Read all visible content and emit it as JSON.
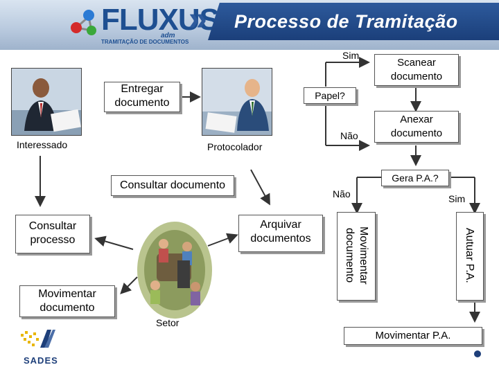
{
  "header": {
    "title": "Processo de Tramitação",
    "logo_name": "FLUXUS",
    "logo_suffix": "adm",
    "logo_sub": "TRAMITAÇÃO DE DOCUMENTOS"
  },
  "actors": {
    "interessado": "Interessado",
    "protocolador": "Protocolador",
    "setor": "Setor"
  },
  "boxes": {
    "entregar": "Entregar documento",
    "papel": "Papel?",
    "scanear": "Scanear documento",
    "anexar": "Anexar documento",
    "gera_pa": "Gera P.A.?",
    "consultar_documento": "Consultar documento",
    "consultar_processo": "Consultar processo",
    "arquivar": "Arquivar documentos",
    "movimentar_documento_vert": "Movimentar documento",
    "autuar": "Autuar P.A.",
    "movimentar_documento": "Movimentar documento",
    "movimentar_pa": "Movimentar P.A."
  },
  "labels": {
    "sim_top": "Sim",
    "nao_top": "Não",
    "nao_mid": "Não",
    "sim_mid": "Sim"
  },
  "footer": {
    "logo": "SADES"
  }
}
